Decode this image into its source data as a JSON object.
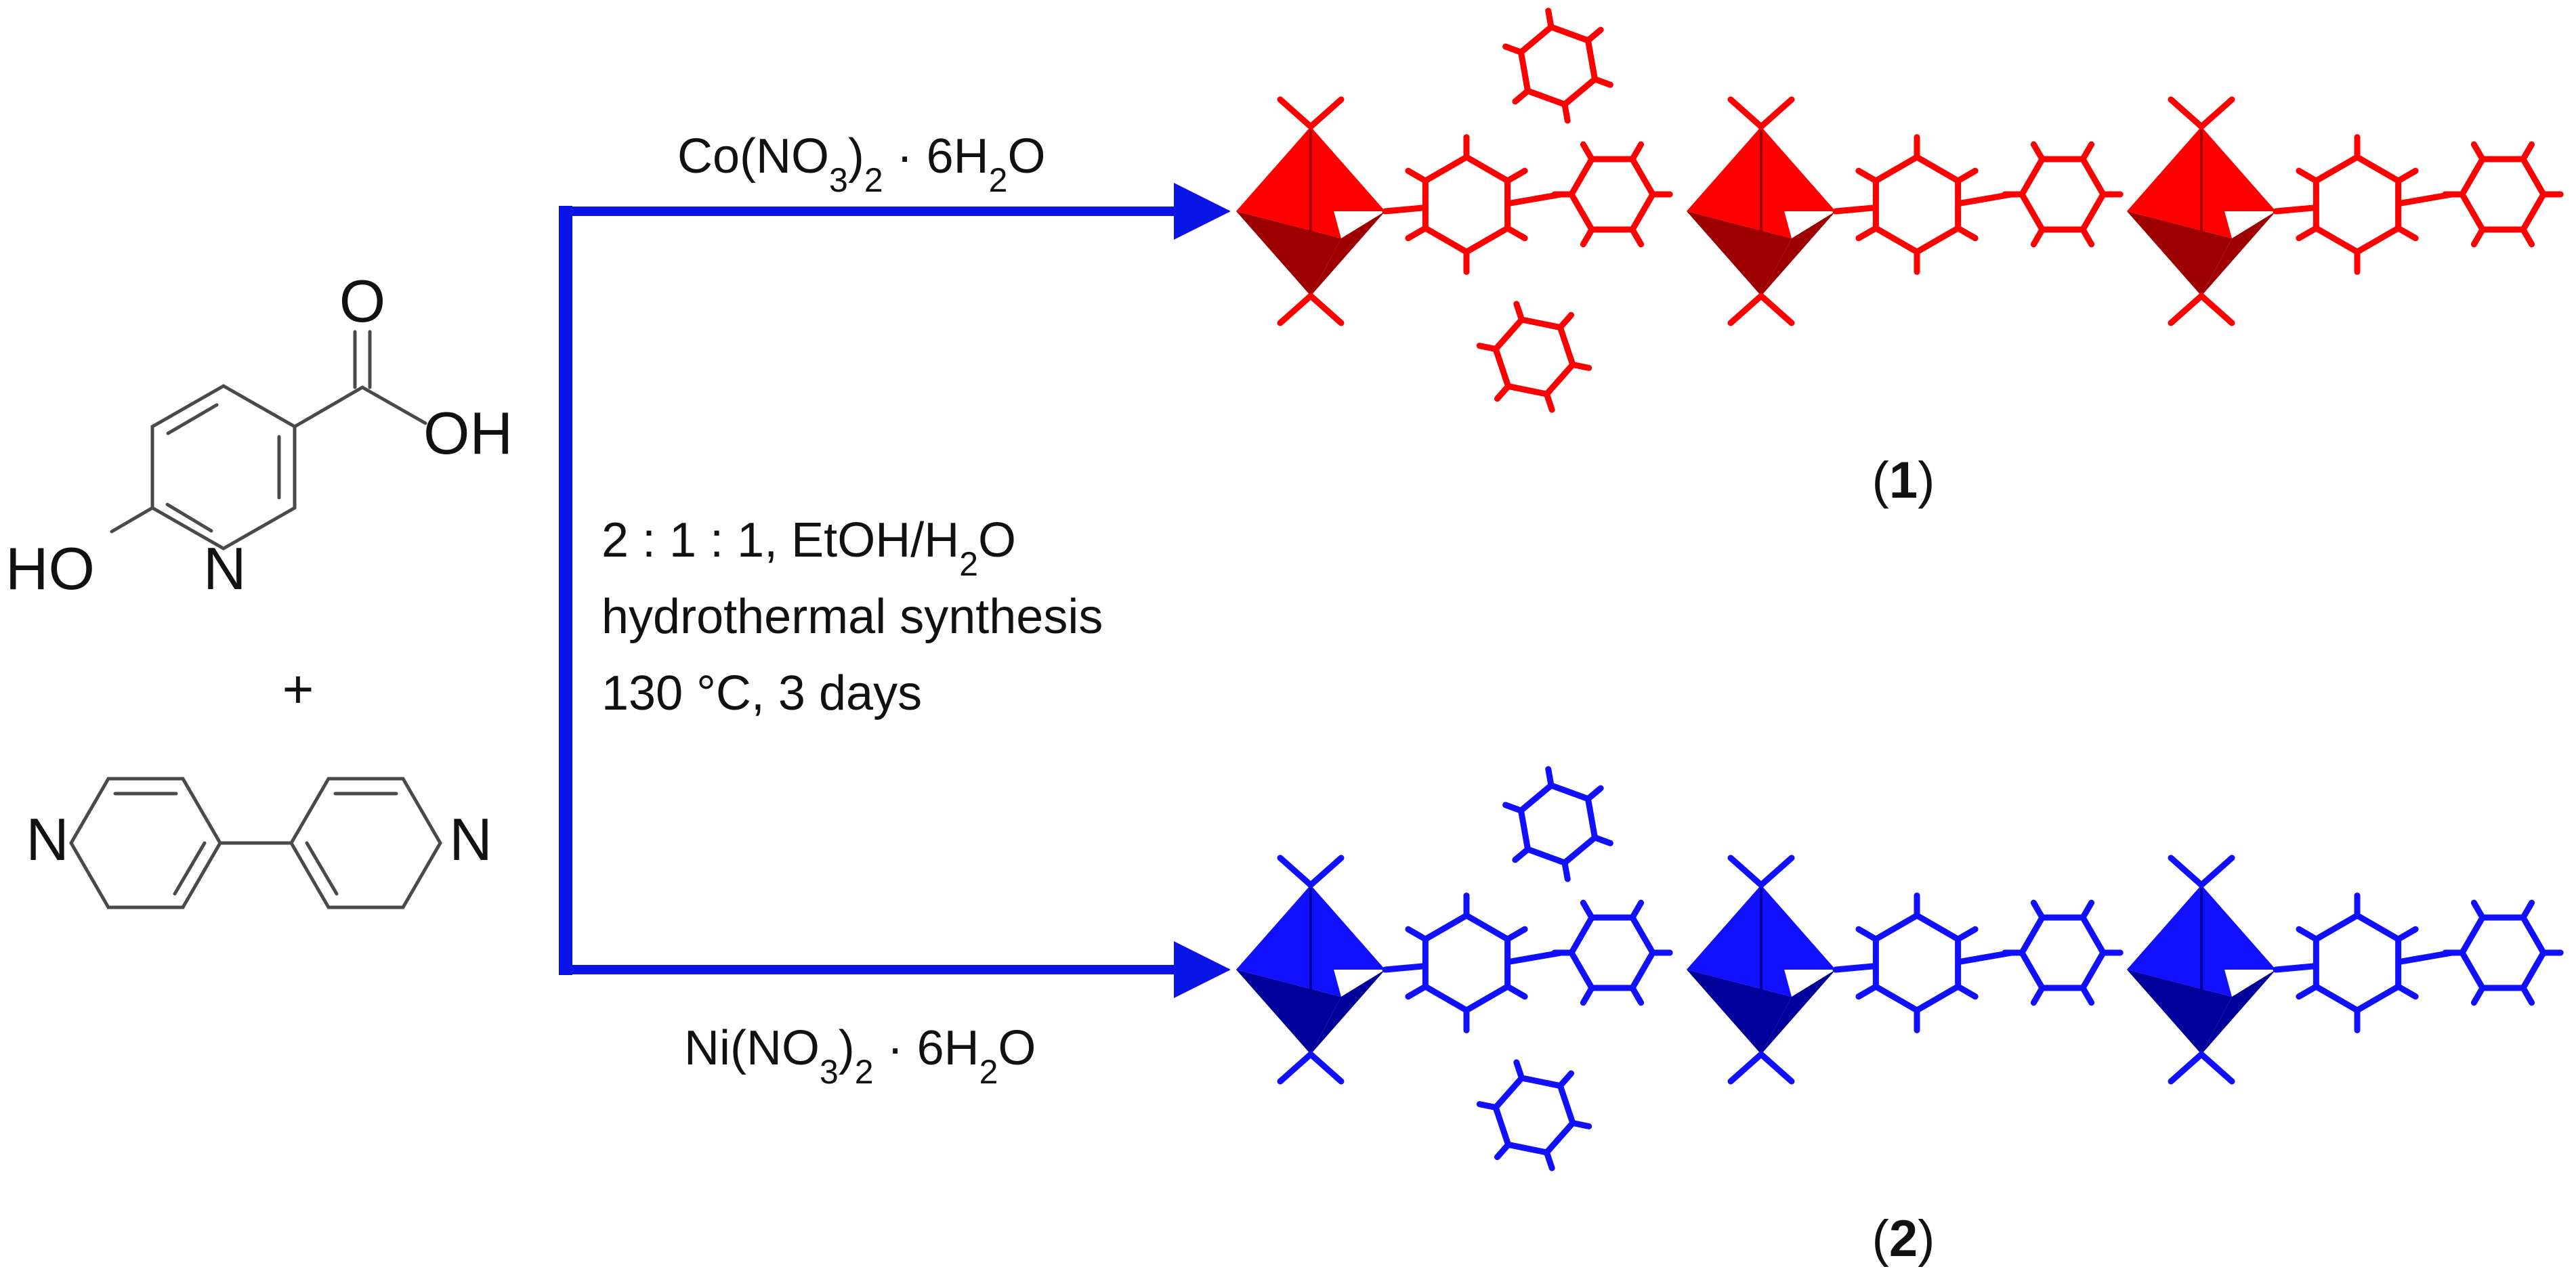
{
  "ligand_a": {
    "carbonyl_o": "O",
    "acid_oh": "OH",
    "hydroxy": "HO",
    "ring_n": "N"
  },
  "plus": "+",
  "ligand_b": {
    "n_left": "N",
    "n_right": "N"
  },
  "conditions": {
    "ratio_prefix": "2 : 1 : 1, EtOH/H",
    "ratio_sub": "2",
    "ratio_suffix": "O",
    "method": "hydrothermal synthesis",
    "temp_time": "130 °C, 3 days"
  },
  "reagent_top": {
    "prefix": "Co(NO",
    "sub1": "3",
    "mid1": ")",
    "sub2": "2",
    "mid2": " · 6H",
    "sub3": "2",
    "suffix": "O"
  },
  "reagent_bottom": {
    "prefix": "Ni(NO",
    "sub1": "3",
    "mid1": ")",
    "sub2": "2",
    "mid2": " · 6H",
    "sub3": "2",
    "suffix": "O"
  },
  "product_1": {
    "open": "(",
    "num": "1",
    "close": ")"
  },
  "product_2": {
    "open": "(",
    "num": "2",
    "close": ")"
  },
  "colors": {
    "arrow": "#0a14e6",
    "co_chain": "#ff0000",
    "co_chain_dark": "#9e0000",
    "ni_chain": "#1010ff",
    "ni_chain_dark": "#00009a",
    "molecule": "#4a4a4a"
  }
}
